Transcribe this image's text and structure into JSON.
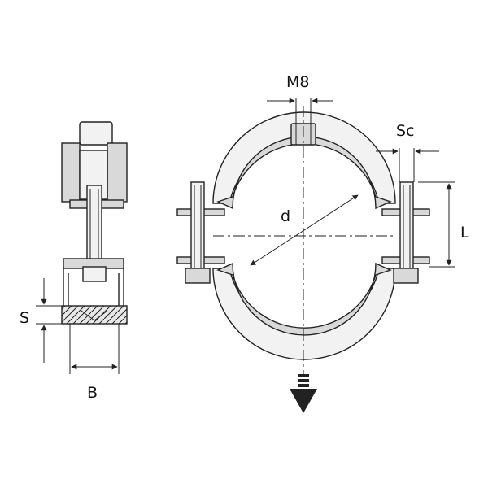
{
  "labels": {
    "m8": "M8",
    "sc": "Sc",
    "d": "d",
    "l": "L",
    "s": "S",
    "b": "B"
  }
}
